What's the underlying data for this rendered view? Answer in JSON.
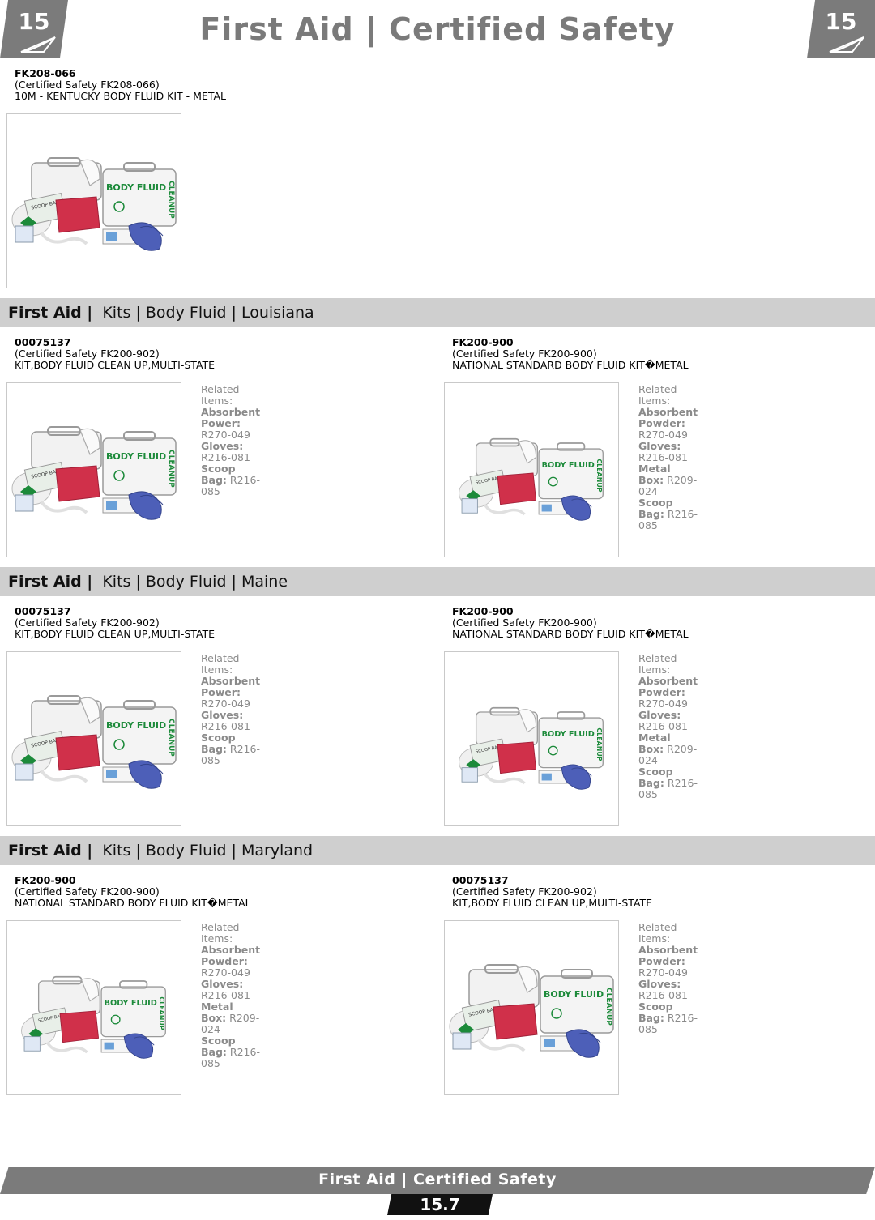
{
  "header": {
    "left_number": "15",
    "right_number": "15",
    "title": "First Aid  | Certified Safety"
  },
  "top_product": {
    "sku": "FK208-066",
    "ref": "(Certified Safety FK208-066)",
    "desc": "10M - KENTUCKY BODY FLUID KIT - METAL"
  },
  "sections": [
    {
      "bar_bold": "First Aid |",
      "bar_rest": "  Kits | Body Fluid | Louisiana",
      "products": [
        {
          "sku": "00075137",
          "ref": "(Certified Safety FK200-902)",
          "desc": "KIT,BODY FLUID CLEAN UP,MULTI-STATE",
          "related_title": "Related Items:",
          "related": [
            {
              "label": "Absorbent Power:",
              "value": " R270-049"
            },
            {
              "label": "Gloves:",
              "value": " R216-081"
            },
            {
              "label": "Scoop Bag:",
              "value": " R216-085"
            }
          ]
        },
        {
          "sku": "FK200-900",
          "ref": "(Certified Safety FK200-900)",
          "desc": "NATIONAL STANDARD BODY FLUID KIT�METAL",
          "related_title": "Related Items:",
          "related": [
            {
              "label": "Absorbent Powder:",
              "value": " R270-049"
            },
            {
              "label": "Gloves:",
              "value": " R216-081"
            },
            {
              "label": "Metal Box:",
              "value": " R209-024"
            },
            {
              "label": "Scoop Bag:",
              "value": " R216-085"
            }
          ]
        }
      ]
    },
    {
      "bar_bold": "First Aid |",
      "bar_rest": "  Kits | Body Fluid | Maine",
      "products": [
        {
          "sku": "00075137",
          "ref": "(Certified Safety FK200-902)",
          "desc": "KIT,BODY FLUID CLEAN UP,MULTI-STATE",
          "related_title": "Related Items:",
          "related": [
            {
              "label": "Absorbent Power:",
              "value": " R270-049"
            },
            {
              "label": "Gloves:",
              "value": " R216-081"
            },
            {
              "label": "Scoop Bag:",
              "value": " R216-085"
            }
          ]
        },
        {
          "sku": "FK200-900",
          "ref": "(Certified Safety FK200-900)",
          "desc": "NATIONAL STANDARD BODY FLUID KIT�METAL",
          "related_title": "Related Items:",
          "related": [
            {
              "label": "Absorbent Powder:",
              "value": " R270-049"
            },
            {
              "label": "Gloves:",
              "value": " R216-081"
            },
            {
              "label": "Metal Box:",
              "value": " R209-024"
            },
            {
              "label": "Scoop Bag:",
              "value": " R216-085"
            }
          ]
        }
      ]
    },
    {
      "bar_bold": "First Aid |",
      "bar_rest": "  Kits | Body Fluid | Maryland",
      "products": [
        {
          "sku": "FK200-900",
          "ref": "(Certified Safety FK200-900)",
          "desc": "NATIONAL STANDARD BODY FLUID KIT�METAL",
          "related_title": "Related Items:",
          "related": [
            {
              "label": "Absorbent Powder:",
              "value": " R270-049"
            },
            {
              "label": "Gloves:",
              "value": " R216-081"
            },
            {
              "label": "Metal Box:",
              "value": " R209-024"
            },
            {
              "label": "Scoop Bag:",
              "value": " R216-085"
            }
          ]
        },
        {
          "sku": "00075137",
          "ref": "(Certified Safety FK200-902)",
          "desc": "KIT,BODY FLUID CLEAN UP,MULTI-STATE",
          "related_title": "Related Items:",
          "related": [
            {
              "label": "Absorbent Powder:",
              "value": " R270-049"
            },
            {
              "label": "Gloves:",
              "value": " R216-081"
            },
            {
              "label": "Scoop Bag:",
              "value": " R216-085"
            }
          ]
        }
      ]
    }
  ],
  "kit_labels": {
    "box_text": "BODY FLUID",
    "side_text": "CLEANUP",
    "bag_text": "SCOOP BAG"
  },
  "colors": {
    "tab_gray": "#7b7b7b",
    "section_gray": "#cfcfcf",
    "title_gray": "#7a7a7a",
    "related_gray": "#8a8a8a",
    "kit_red": "#d0304a",
    "kit_green": "#1c8a3a",
    "glove_blue": "#4d5fb8"
  },
  "footer": {
    "title": "First Aid | Certified Safety",
    "page": "15.7"
  }
}
